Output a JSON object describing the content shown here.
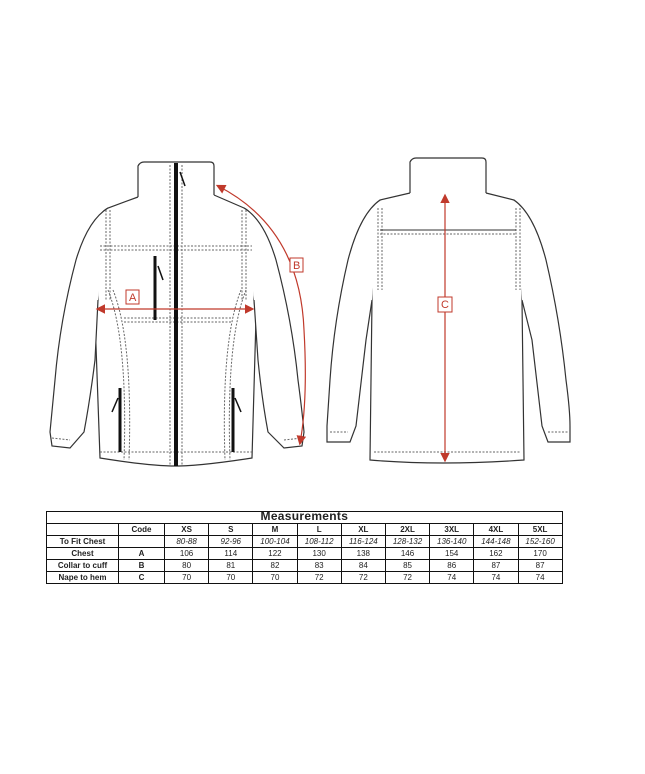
{
  "diagram": {
    "front_view": {
      "label_a": "A",
      "label_b": "B"
    },
    "back_view": {
      "label_c": "C"
    },
    "arrow_color": "#c0392b",
    "line_color": "#333333"
  },
  "table": {
    "title": "Measurements",
    "headers": [
      "",
      "Code",
      "XS",
      "S",
      "M",
      "L",
      "XL",
      "2XL",
      "3XL",
      "4XL",
      "5XL"
    ],
    "rows": [
      {
        "label": "To Fit Chest",
        "code": "",
        "values": [
          "80-88",
          "92-96",
          "100-104",
          "108-112",
          "116-124",
          "128-132",
          "136-140",
          "144-148",
          "152-160"
        ]
      },
      {
        "label": "Chest",
        "code": "A",
        "values": [
          "106",
          "114",
          "122",
          "130",
          "138",
          "146",
          "154",
          "162",
          "170"
        ]
      },
      {
        "label": "Collar to cuff",
        "code": "B",
        "values": [
          "80",
          "81",
          "82",
          "83",
          "84",
          "85",
          "86",
          "87",
          "87"
        ]
      },
      {
        "label": "Nape to hem",
        "code": "C",
        "values": [
          "70",
          "70",
          "70",
          "72",
          "72",
          "72",
          "74",
          "74",
          "74"
        ]
      }
    ]
  }
}
